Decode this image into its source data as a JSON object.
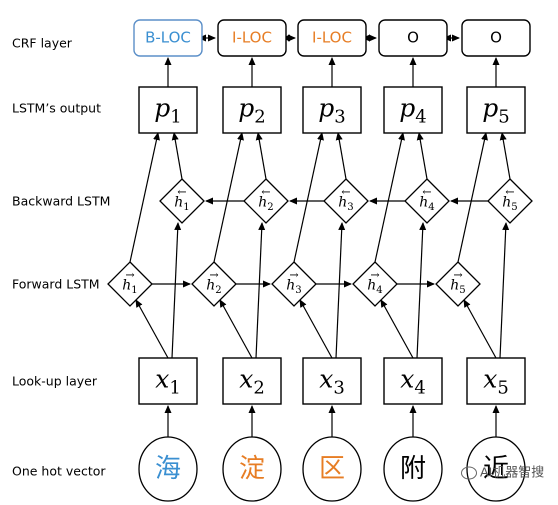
{
  "row_labels": {
    "crf": "CRF layer",
    "lstm_output": "LSTM’s output",
    "backward": "Backward LSTM",
    "forward": "Forward LSTM",
    "lookup": "Look-up layer",
    "onehot": "One hot vector"
  },
  "crf_tags": [
    {
      "text": "B-LOC",
      "color": "#3a8fd1"
    },
    {
      "text": "I-LOC",
      "color": "#e77d24"
    },
    {
      "text": "I-LOC",
      "color": "#e77d24"
    },
    {
      "text": "O",
      "color": "#000000"
    },
    {
      "text": "O",
      "color": "#000000"
    }
  ],
  "outputs": [
    {
      "base": "p",
      "sub": "1"
    },
    {
      "base": "p",
      "sub": "2"
    },
    {
      "base": "p",
      "sub": "3"
    },
    {
      "base": "p",
      "sub": "4"
    },
    {
      "base": "p",
      "sub": "5"
    }
  ],
  "backward_states": [
    {
      "arrow": "←",
      "base": "h",
      "sub": "1"
    },
    {
      "arrow": "←",
      "base": "h",
      "sub": "2"
    },
    {
      "arrow": "←",
      "base": "h",
      "sub": "3"
    },
    {
      "arrow": "←",
      "base": "h",
      "sub": "4"
    },
    {
      "arrow": "←",
      "base": "h",
      "sub": "5"
    }
  ],
  "forward_states": [
    {
      "arrow": "→",
      "base": "h",
      "sub": "1"
    },
    {
      "arrow": "→",
      "base": "h",
      "sub": "2"
    },
    {
      "arrow": "→",
      "base": "h",
      "sub": "3"
    },
    {
      "arrow": "→",
      "base": "h",
      "sub": "4"
    },
    {
      "arrow": "→",
      "base": "h",
      "sub": "5"
    }
  ],
  "inputs": [
    {
      "base": "x",
      "sub": "1"
    },
    {
      "base": "x",
      "sub": "2"
    },
    {
      "base": "x",
      "sub": "3"
    },
    {
      "base": "x",
      "sub": "4"
    },
    {
      "base": "x",
      "sub": "5"
    }
  ],
  "characters": [
    {
      "text": "海",
      "color": "#3a8fd1"
    },
    {
      "text": "淀",
      "color": "#e77d24"
    },
    {
      "text": "区",
      "color": "#e77d24"
    },
    {
      "text": "附",
      "color": "#000000"
    },
    {
      "text": "近",
      "color": "#000000"
    }
  ],
  "watermark": "AI机器智搜",
  "colors": {
    "line": "#000000",
    "tag_border_blue": "#5b8fc8",
    "box_border": "#000000"
  }
}
